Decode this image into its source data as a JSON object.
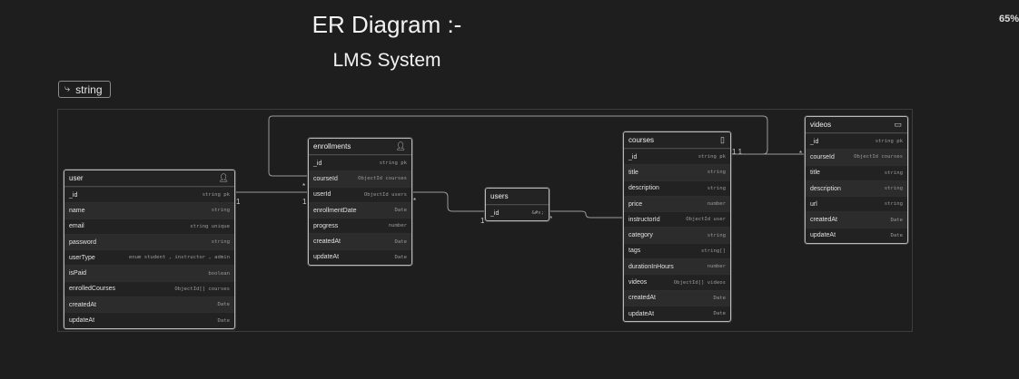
{
  "title": "ER Diagram :-",
  "subtitle": "LMS System",
  "zoom": "65%",
  "toolbar": {
    "label": "string"
  },
  "entities": {
    "user": {
      "name": "user",
      "fields": [
        {
          "name": "_id",
          "type": "string pk"
        },
        {
          "name": "name",
          "type": "string"
        },
        {
          "name": "email",
          "type": "string unique"
        },
        {
          "name": "password",
          "type": "string"
        },
        {
          "name": "userType",
          "type": "enum student , instructor , admin"
        },
        {
          "name": "isPaid",
          "type": "boolean"
        },
        {
          "name": "enrolledCourses",
          "type": "ObjectId[] courses"
        },
        {
          "name": "createdAt",
          "type": "Date"
        },
        {
          "name": "updateAt",
          "type": "Date"
        }
      ]
    },
    "enrollments": {
      "name": "enrollments",
      "fields": [
        {
          "name": "_id",
          "type": "string pk"
        },
        {
          "name": "courseId",
          "type": "ObjectId courses"
        },
        {
          "name": "userId",
          "type": "ObjectId users"
        },
        {
          "name": "enrollmentDate",
          "type": "Date"
        },
        {
          "name": "progress",
          "type": "number"
        },
        {
          "name": "createdAt",
          "type": "Date"
        },
        {
          "name": "updateAt",
          "type": "Date"
        }
      ]
    },
    "users": {
      "name": "users",
      "fields": [
        {
          "name": "_id",
          "type": "&#x;"
        }
      ]
    },
    "courses": {
      "name": "courses",
      "fields": [
        {
          "name": "_id",
          "type": "string pk"
        },
        {
          "name": "title",
          "type": "string"
        },
        {
          "name": "description",
          "type": "string"
        },
        {
          "name": "price",
          "type": "number"
        },
        {
          "name": "instructorId",
          "type": "ObjectId user"
        },
        {
          "name": "category",
          "type": "string"
        },
        {
          "name": "tags",
          "type": "string[]"
        },
        {
          "name": "durationInHours",
          "type": "number"
        },
        {
          "name": "videos",
          "type": "ObjectId[] videos"
        },
        {
          "name": "createdAt",
          "type": "Date"
        },
        {
          "name": "updateAt",
          "type": "Date"
        }
      ]
    },
    "videos": {
      "name": "videos",
      "fields": [
        {
          "name": "_id",
          "type": "string pk"
        },
        {
          "name": "courseId",
          "type": "ObjectId courses"
        },
        {
          "name": "title",
          "type": "string"
        },
        {
          "name": "description",
          "type": "string"
        },
        {
          "name": "url",
          "type": "string"
        },
        {
          "name": "createdAt",
          "type": "Date"
        },
        {
          "name": "updateAt",
          "type": "Date"
        }
      ]
    }
  },
  "cardinality": {
    "user_enroll_one": "1",
    "enroll_user_many": "1",
    "enroll_users_many": "*",
    "users_one": "1",
    "users_courses_many": "*",
    "courses_videos_one": "1 1",
    "videos_many": "*",
    "enroll_course_many": "*"
  },
  "icons": {
    "user": "person-icon",
    "enrollments": "person-icon",
    "courses": "book-icon",
    "videos": "video-icon",
    "toolbar": "relation-icon"
  }
}
